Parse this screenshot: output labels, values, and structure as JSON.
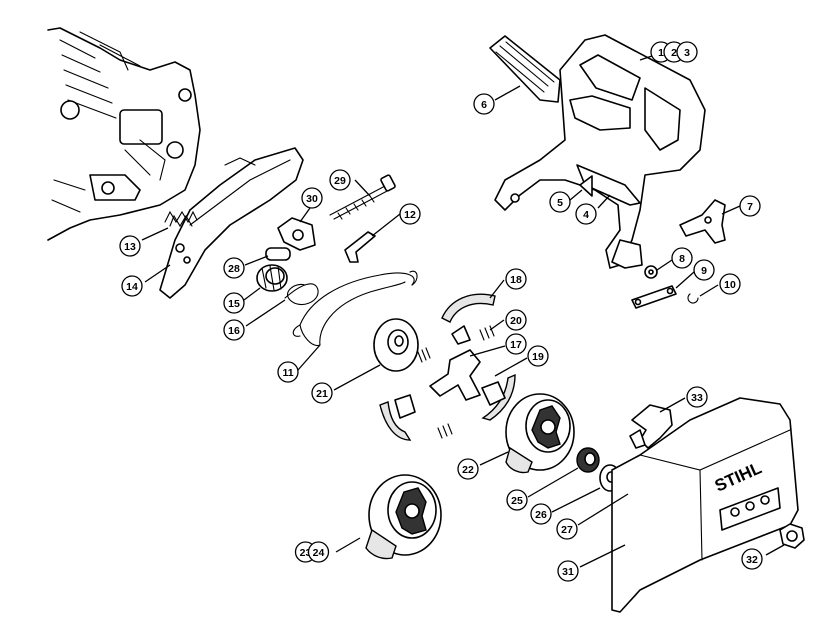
{
  "diagram": {
    "brand_text": "STIHL",
    "callouts": [
      {
        "id": "c1",
        "labels": [
          "1",
          "2",
          "3"
        ]
      },
      {
        "id": "c6",
        "labels": [
          "6"
        ]
      },
      {
        "id": "c5",
        "labels": [
          "5"
        ]
      },
      {
        "id": "c4",
        "labels": [
          "4"
        ]
      },
      {
        "id": "c7",
        "labels": [
          "7"
        ]
      },
      {
        "id": "c8",
        "labels": [
          "8"
        ]
      },
      {
        "id": "c9",
        "labels": [
          "9"
        ]
      },
      {
        "id": "c10",
        "labels": [
          "10"
        ]
      },
      {
        "id": "c29",
        "labels": [
          "29"
        ]
      },
      {
        "id": "c30",
        "labels": [
          "30"
        ]
      },
      {
        "id": "c12",
        "labels": [
          "12"
        ]
      },
      {
        "id": "c13",
        "labels": [
          "13"
        ]
      },
      {
        "id": "c14",
        "labels": [
          "14"
        ]
      },
      {
        "id": "c28",
        "labels": [
          "28"
        ]
      },
      {
        "id": "c15",
        "labels": [
          "15"
        ]
      },
      {
        "id": "c16",
        "labels": [
          "16"
        ]
      },
      {
        "id": "c11",
        "labels": [
          "11"
        ]
      },
      {
        "id": "c21",
        "labels": [
          "21"
        ]
      },
      {
        "id": "c18",
        "labels": [
          "18"
        ]
      },
      {
        "id": "c20",
        "labels": [
          "20"
        ]
      },
      {
        "id": "c17",
        "labels": [
          "17"
        ]
      },
      {
        "id": "c19",
        "labels": [
          "19"
        ]
      },
      {
        "id": "c33",
        "labels": [
          "33"
        ]
      },
      {
        "id": "c22",
        "labels": [
          "22"
        ]
      },
      {
        "id": "c25",
        "labels": [
          "25"
        ]
      },
      {
        "id": "c26",
        "labels": [
          "26"
        ]
      },
      {
        "id": "c27",
        "labels": [
          "27"
        ]
      },
      {
        "id": "c31",
        "labels": [
          "31"
        ]
      },
      {
        "id": "c32",
        "labels": [
          "32"
        ]
      },
      {
        "id": "c23",
        "labels": [
          "23",
          "24"
        ]
      }
    ]
  }
}
